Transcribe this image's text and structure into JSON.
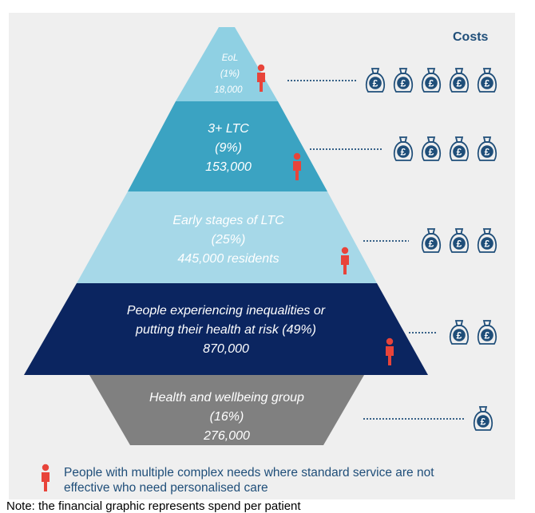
{
  "costs_label": "Costs",
  "currency_symbol": "£",
  "tiers": [
    {
      "name": "EoL",
      "share": "(1%)",
      "count": "18,000",
      "cost_bags": 5
    },
    {
      "name": "3+ LTC",
      "share": "(9%)",
      "count": "153,000",
      "cost_bags": 4
    },
    {
      "name": "Early stages of LTC",
      "share": "(25%)",
      "count": "445,000 residents",
      "cost_bags": 3
    },
    {
      "name": "People experiencing inequalities or",
      "name_line2": "putting their health at risk (49%)",
      "count": "870,000",
      "cost_bags": 2
    },
    {
      "name": "Health and wellbeing group",
      "share": "(16%)",
      "count": "276,000",
      "cost_bags": 1
    }
  ],
  "legend": {
    "text": "People with multiple complex needs where standard service are not effective who need personalised care",
    "icon": "person-icon"
  },
  "note": "Note: the financial graphic represents spend per patient",
  "colors": {
    "tier1": "#8fd0e3",
    "tier2": "#3ba3c2",
    "tier3": "#a6d8e8",
    "tier4": "#0b2560",
    "tier5": "#808080",
    "person": "#e8443a",
    "accent": "#1f4e79",
    "bag": "#1f4e79"
  }
}
